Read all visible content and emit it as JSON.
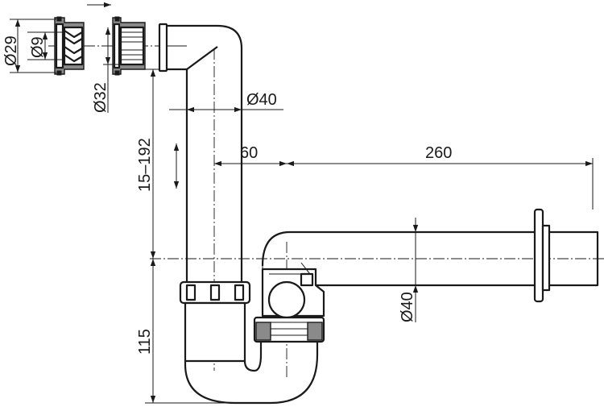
{
  "diagram": {
    "dimensions": {
      "d29": "Ø29",
      "d9": "Ø9",
      "d32": "Ø32",
      "d40_vertical_pipe": "Ø40",
      "height_range": "15–192",
      "offset_60": "60",
      "length_260": "260",
      "d40_horizontal_pipe": "Ø40",
      "height_115": "115"
    },
    "colors": {
      "line": "#1a1a1a",
      "gasket": "#8a8a8a",
      "background": "#ffffff"
    }
  }
}
